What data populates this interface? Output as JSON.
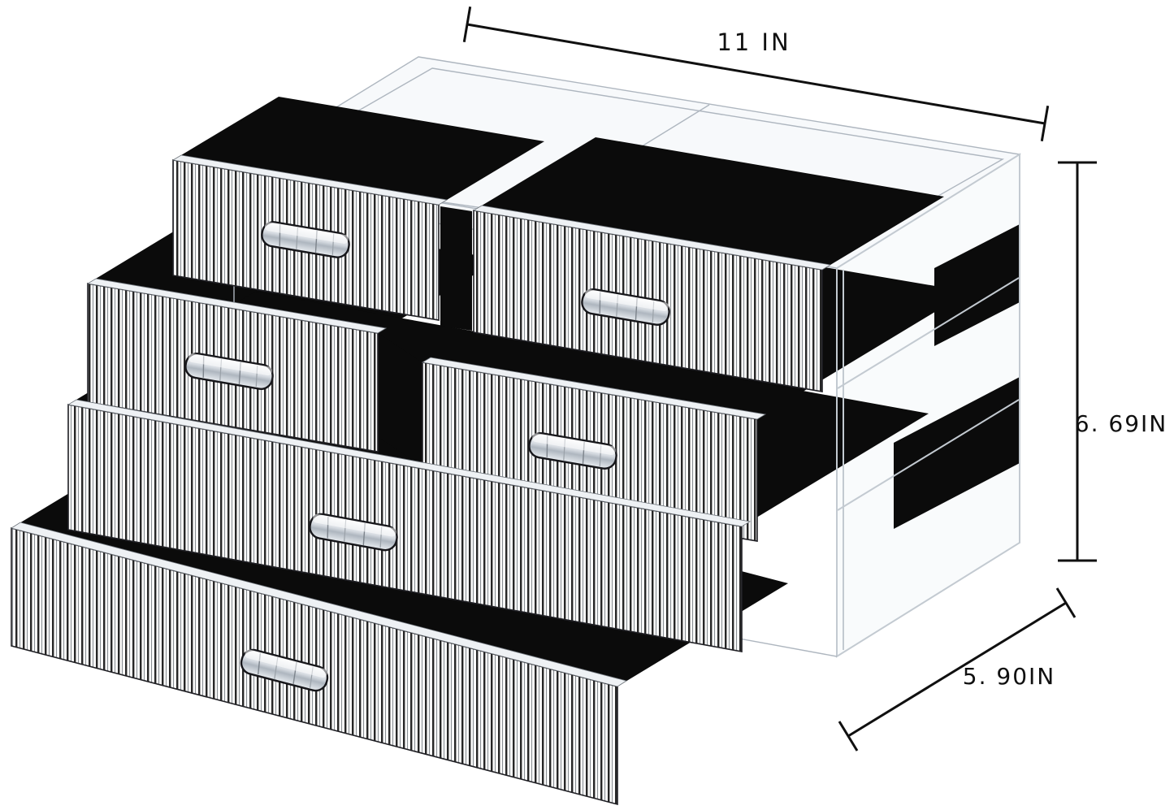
{
  "annotations": {
    "width_label": "11 IN",
    "height_label": "6. 69IN",
    "depth_label": "5. 90IN"
  },
  "colors": {
    "background": "#ffffff",
    "dimension_line": "#101010",
    "acrylic_edge": "#aeb6bf",
    "drawer_liner": "#0b0b0b",
    "rib_dark": "#262626"
  }
}
